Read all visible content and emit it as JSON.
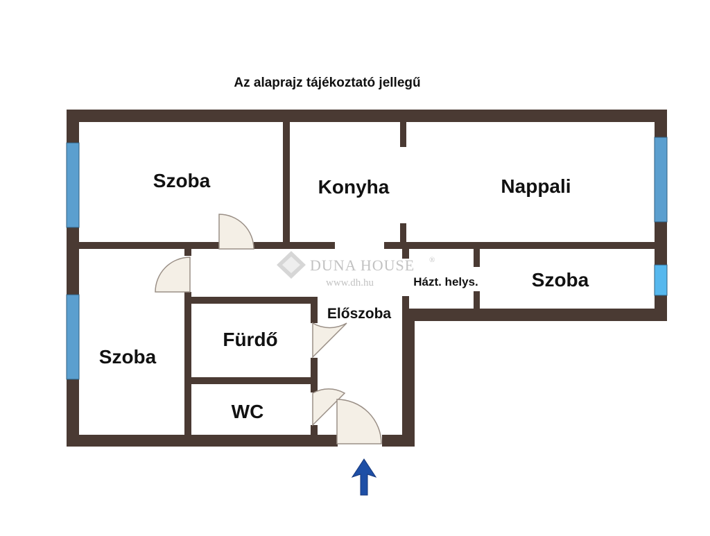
{
  "header": {
    "title": "Az alaprajz tájékoztató jellegű"
  },
  "rooms": {
    "szoba_top": "Szoba",
    "konyha": "Konyha",
    "nappali": "Nappali",
    "szoba_left": "Szoba",
    "furdo": "Fürdő",
    "wc": "WC",
    "eloszoba": "Előszoba",
    "hazt_helys": "Házt. helys.",
    "szoba_right": "Szoba"
  },
  "watermark": {
    "brand": "DUNA HOUSE",
    "registered": "®",
    "url": "www.dh.hu"
  },
  "colors": {
    "wall": "#4a3a33",
    "window": "#5b9fcf",
    "window_light": "#56b8ee",
    "door_fill": "#f4efe6",
    "door_stroke": "#9a8f86",
    "arrow": "#1e4fa6"
  },
  "icons": {
    "entrance": "up-arrow-icon",
    "logo": "diamond-logo-icon"
  }
}
